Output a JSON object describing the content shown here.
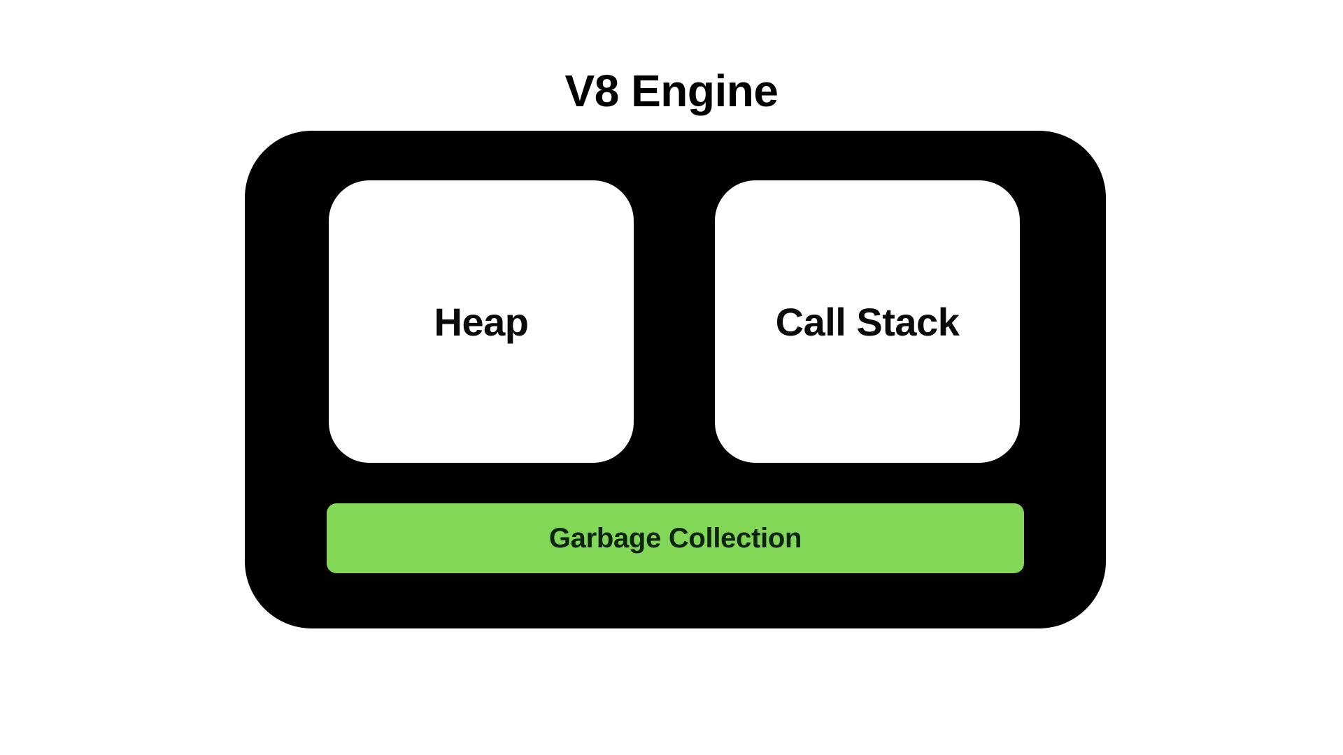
{
  "diagram": {
    "title": "V8 Engine",
    "components": [
      {
        "label": "Heap"
      },
      {
        "label": "Call Stack"
      }
    ],
    "footer_bar": {
      "label": "Garbage Collection",
      "color": "#83d756"
    },
    "container_color": "#000000",
    "box_color": "#ffffff"
  }
}
